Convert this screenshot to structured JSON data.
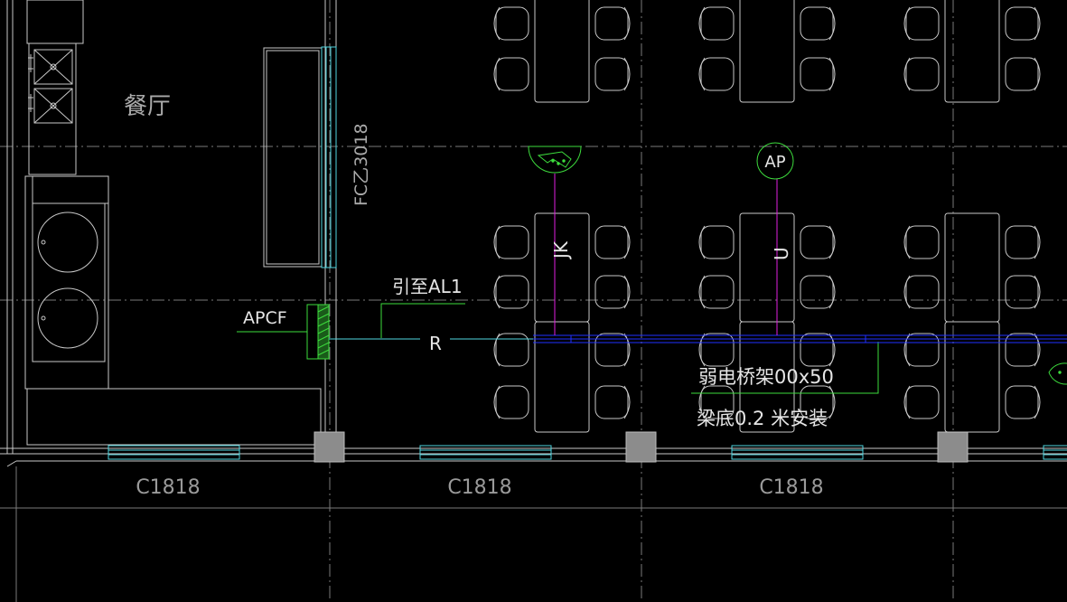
{
  "drawing": {
    "room_label": "餐厅",
    "fc_label": "FC乙3018",
    "panel_label": "APCF",
    "lead_note": "引至AL1",
    "r_label": "R",
    "jk_label": "JK",
    "u_label": "U",
    "ap_label": "AP",
    "tray_note_line1": "弱电桥架00x50",
    "tray_note_line2": "梁底0.2  米安装",
    "window_labels": [
      "C1818",
      "C1818",
      "C1818"
    ]
  },
  "colors": {
    "background": "#000000",
    "gridline": "#8a8a8a",
    "furniture": "#c8c8c8",
    "cyan": "#4fd6e0",
    "green": "#3ddc3d",
    "magenta": "#e020e0",
    "blue": "#2030ff",
    "text": "#e6e6e6",
    "column": "#8c8c8c"
  }
}
